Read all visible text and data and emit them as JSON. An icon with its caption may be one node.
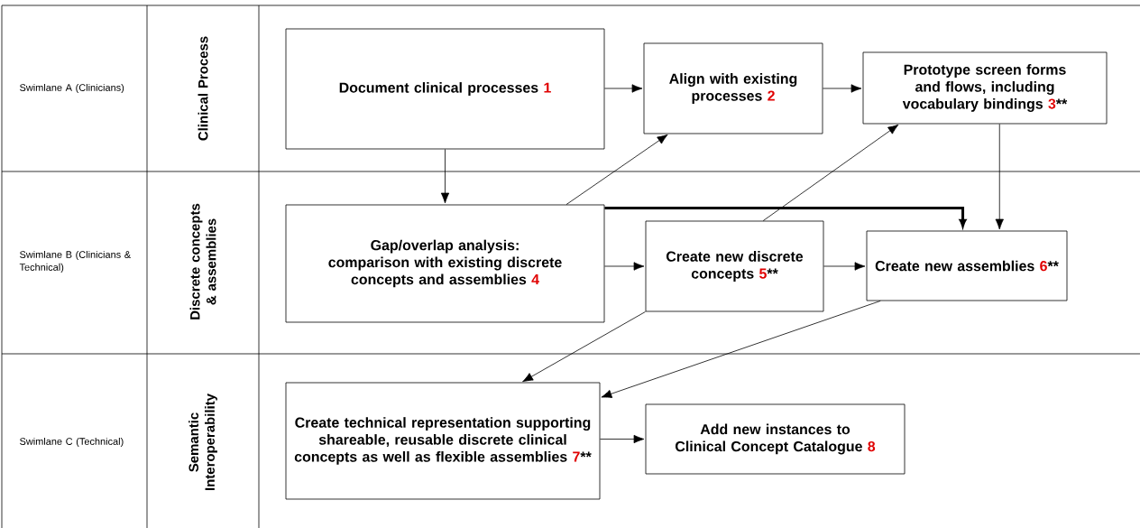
{
  "diagram": {
    "nodes": [
      {
        "text": [
          "Document clinical processes",
          "1"
        ]
      },
      {
        "text": [
          "Align with existing processes",
          "2"
        ]
      },
      {
        "text": [
          "Prototype screen forms and flows, including vocabulary bindings",
          "3",
          "**"
        ]
      },
      {
        "text": [
          "Gap/overlap analysis: comparison with existing discrete concepts and assemblies",
          "4"
        ]
      },
      {
        "text": [
          "Create new discrete concepts",
          "5",
          "**"
        ]
      },
      {
        "text": [
          "Create new assemblies",
          "6",
          "**"
        ]
      },
      {
        "text": [
          "Create technical representation supporting shareable, reusable discrete clinical concepts as well as flexible assemblies",
          "7",
          "**"
        ]
      },
      {
        "text": [
          "Add new instances to Clinical Concept Catalogue",
          "8"
        ]
      }
    ],
    "edges": [
      {
        "from": 0,
        "to": 1,
        "arrow": "to"
      },
      {
        "from": 1,
        "to": 2,
        "arrow": "to"
      },
      {
        "from": 0,
        "to": 3,
        "arrow": "to"
      },
      {
        "from": 3,
        "to": 1,
        "arrow": "to"
      },
      {
        "from": 3,
        "to": 5,
        "arrow": "to",
        "style": "thick"
      },
      {
        "from": 3,
        "to": 4,
        "arrow": "to"
      },
      {
        "from": 4,
        "to": 2,
        "arrow": "to"
      },
      {
        "from": 2,
        "to": 5,
        "arrow": "to"
      },
      {
        "from": 4,
        "to": 5,
        "arrow": "to"
      },
      {
        "from": 4,
        "to": 6,
        "arrow": "to"
      },
      {
        "from": 5,
        "to": 6,
        "arrow": "to"
      },
      {
        "from": 6,
        "to": 7,
        "arrow": "to"
      }
    ],
    "labels": [
      "Swimlane A (Clinicians)",
      "Clinical Process",
      "Swimlane B (Clinicians & Technical)",
      "Discrete concepts & assemblies",
      "Swimlane C (Technical)",
      "Semantic Interoperability"
    ]
  }
}
